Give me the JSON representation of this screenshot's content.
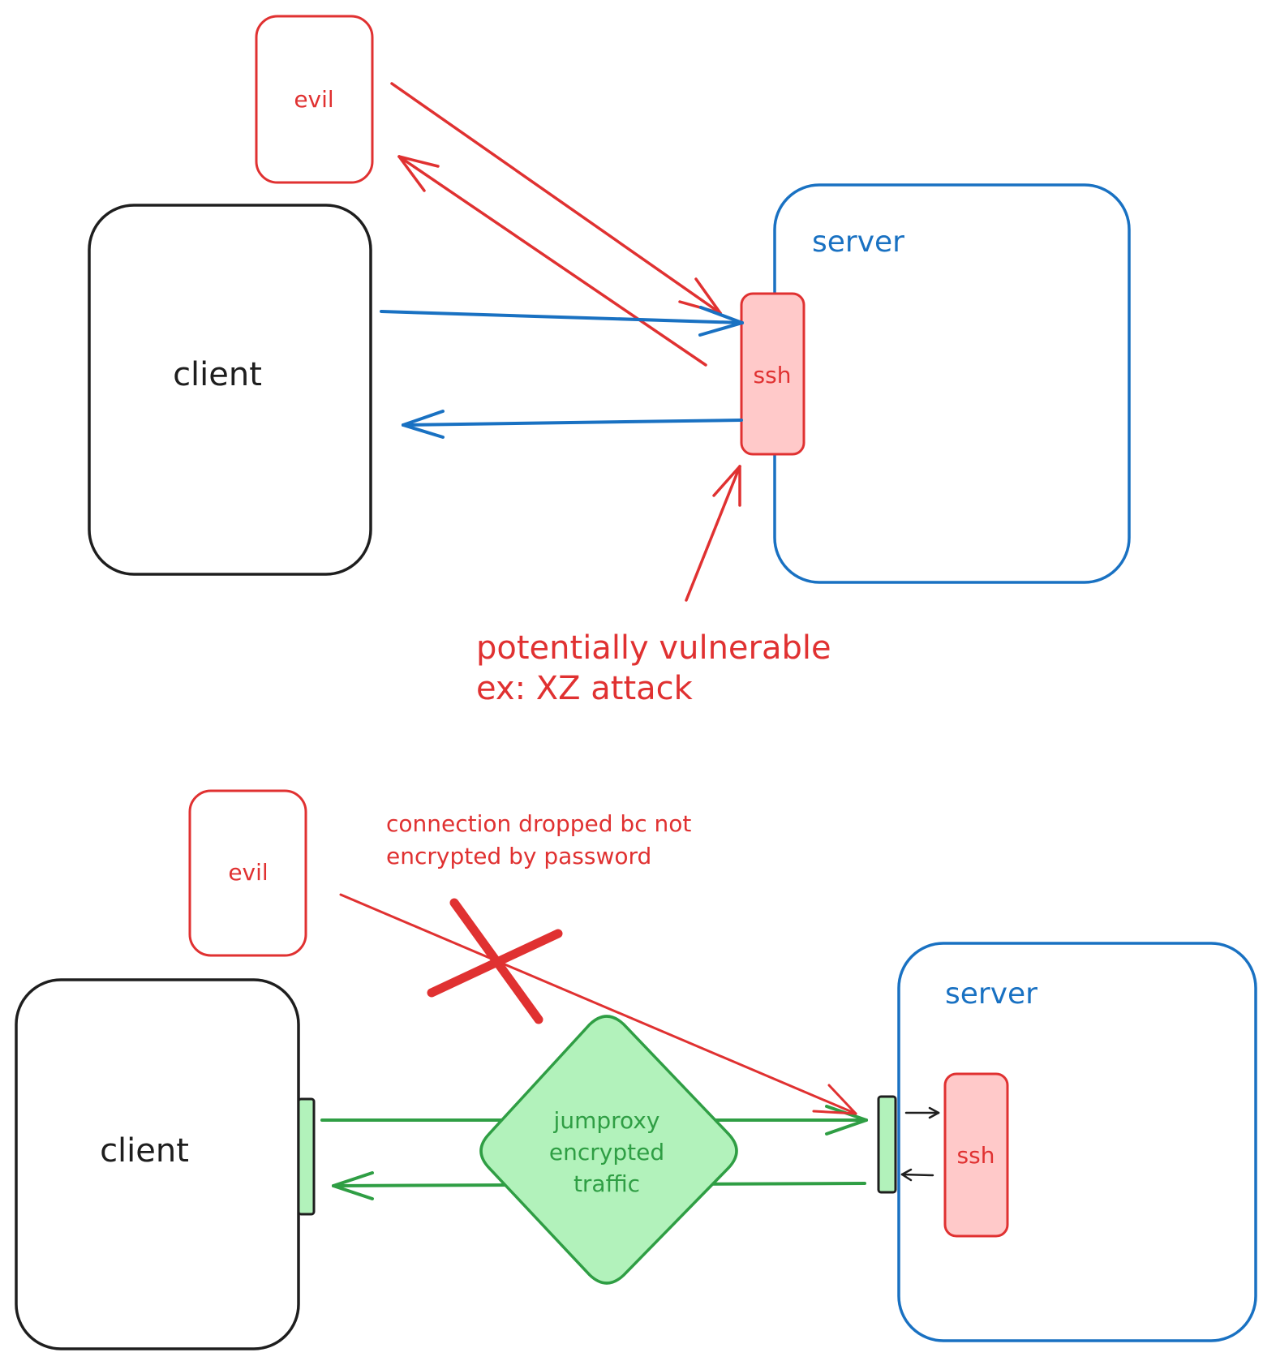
{
  "colors": {
    "black": "#1e1e1e",
    "red": "#e03131",
    "red_fill": "#ffc9c9",
    "blue": "#1971c2",
    "green": "#2f9e44",
    "green_fill": "#b2f2bb"
  },
  "top": {
    "evil_label": "evil",
    "client_label": "client",
    "server_label": "server",
    "ssh_label": "ssh",
    "note_line1": "potentially vulnerable",
    "note_line2": "ex: XZ attack"
  },
  "bottom": {
    "evil_label": "evil",
    "client_label": "client",
    "server_label": "server",
    "ssh_label": "ssh",
    "note_line1": "connection dropped bc not",
    "note_line2": "encrypted by password",
    "proxy_line1": "jumproxy",
    "proxy_line2": "encrypted",
    "proxy_line3": "traffic"
  }
}
